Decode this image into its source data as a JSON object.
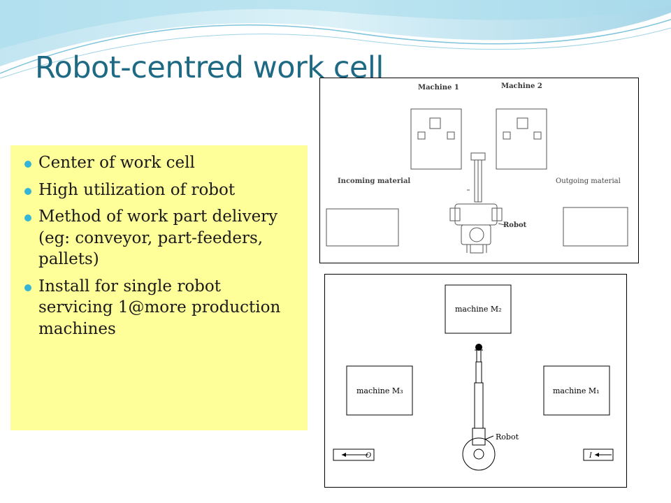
{
  "slide": {
    "title": "Robot-centred work cell",
    "bullets": [
      "Center of work cell",
      "High utilization of robot",
      "Method of work part delivery (eg: conveyor, part-feeders, pallets)",
      "Install for single robot servicing 1@more production machines"
    ]
  },
  "figure_top": {
    "machine1_label": "Machine 1",
    "machine2_label": "Machine 2",
    "incoming_label": "Incoming material",
    "outgoing_label": "Outgoing material",
    "robot_label": "Robot"
  },
  "figure_bottom": {
    "machine_m2_label": "machine M₂",
    "machine_m3_label": "machine M₃",
    "machine_m1_label": "machine M₁",
    "robot_label": "Robot",
    "output_label": "O",
    "input_label": "I"
  },
  "colors": {
    "title": "#1e6a84",
    "bullet_box": "#ffff99",
    "bullet_dot": "#35b6d6"
  }
}
